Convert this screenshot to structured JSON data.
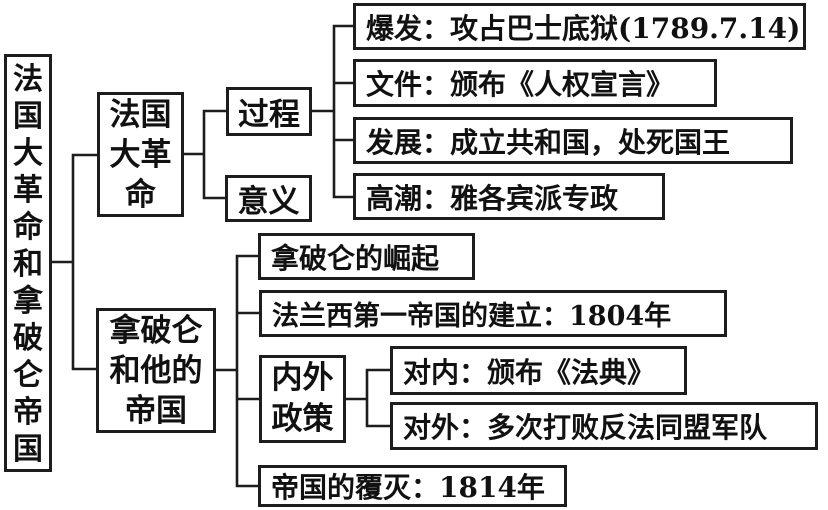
{
  "diagram": {
    "colors": {
      "line": "#1d1d1d",
      "background": "#ffffff",
      "text": "#111111"
    },
    "root": {
      "label": "法国大革命和拿破仑帝国"
    },
    "revolution": {
      "label": "法国大革命",
      "process": {
        "label": "过程"
      },
      "significance": {
        "label": "意义"
      },
      "process_items": [
        {
          "label": "爆发：攻占巴士底狱(1789.7.14)"
        },
        {
          "label": "文件：颁布《人权宣言》"
        },
        {
          "label": "发展：成立共和国，处死国王"
        },
        {
          "label": "高潮：雅各宾派专政"
        }
      ]
    },
    "napoleon": {
      "label": "拿破仑和他的帝国",
      "rise": {
        "label": "拿破仑的崛起"
      },
      "empire_founding": {
        "label": "法兰西第一帝国的建立：1804年"
      },
      "policies": {
        "label": "内外政策",
        "internal": {
          "label": "对内：颁布《法典》"
        },
        "external": {
          "label": "对外：多次打败反法同盟军队"
        }
      },
      "empire_fall": {
        "label": "帝国的覆灭：1814年"
      }
    }
  }
}
